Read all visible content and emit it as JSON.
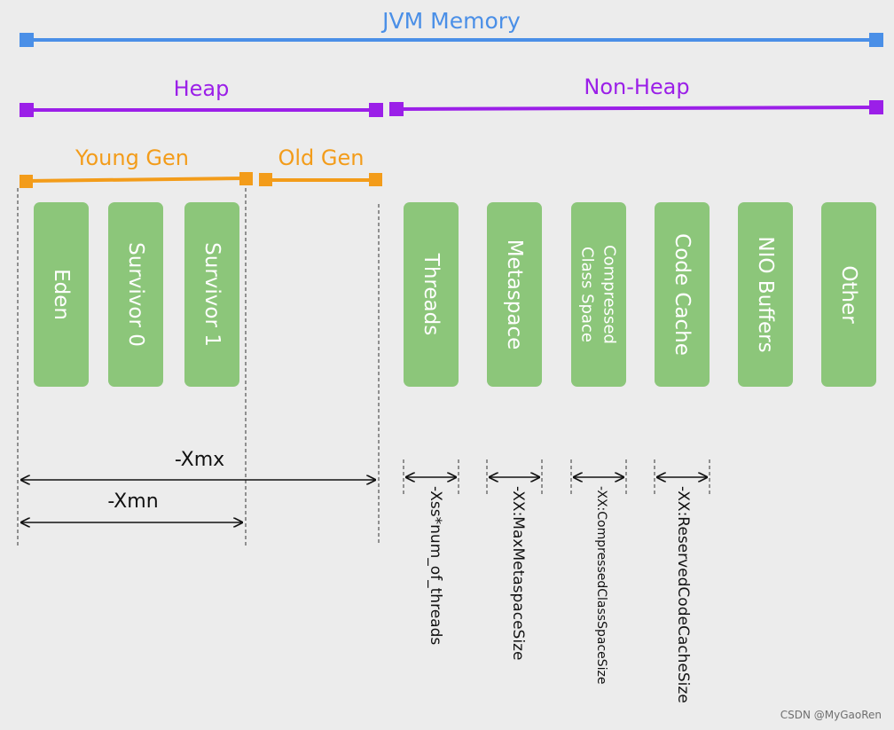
{
  "jvm_memory": {
    "label": "JVM Memory",
    "color": "#4a8fe7"
  },
  "heap": {
    "label": "Heap",
    "color": "#9b1fe8"
  },
  "non_heap": {
    "label": "Non-Heap",
    "color": "#9b1fe8"
  },
  "young_gen": {
    "label": "Young Gen",
    "color": "#f39c1a"
  },
  "old_gen": {
    "label": "Old Gen",
    "color": "#f39c1a"
  },
  "box_color": "#8cc67a",
  "heap_boxes": {
    "eden": "Eden",
    "survivor0": "Survivor 0",
    "survivor1": "Survivor 1"
  },
  "non_heap_boxes": {
    "threads": "Threads",
    "metaspace": "Metaspace",
    "compressed_line1": "Compressed",
    "compressed_line2": "Class Space",
    "code_cache": "Code Cache",
    "nio_buffers": "NIO Buffers",
    "other": "Other"
  },
  "heap_flags": {
    "xmx": "-Xmx",
    "xmn": "-Xmn"
  },
  "non_heap_flags": {
    "xss": "-Xss*num_of_threads",
    "max_metaspace": "-XX:MaxMetaspaceSize",
    "compressed_class": "-XX:CompressedClassSpaceSize",
    "reserved_code_cache": "-XX:ReservedCodeCacheSize"
  },
  "watermark": "CSDN @MyGaoRen"
}
